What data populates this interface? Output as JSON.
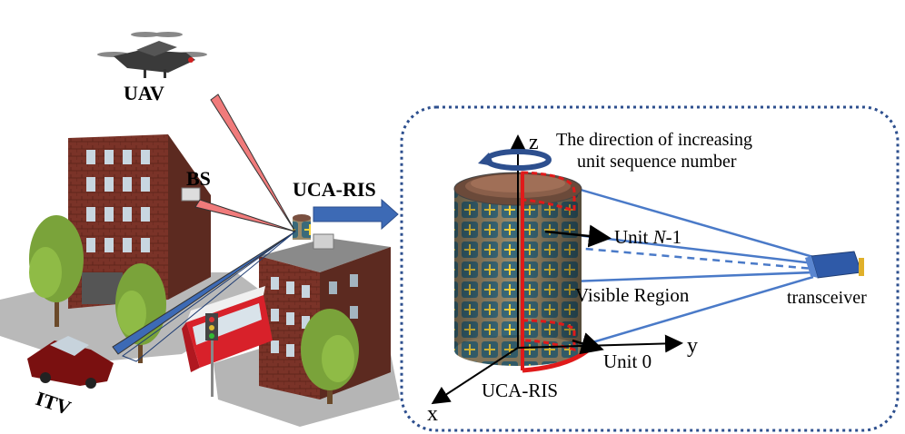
{
  "labels": {
    "uav": "UAV",
    "bs": "BS",
    "uca_ris_top": "UCA-RIS",
    "itv": "ITV",
    "z_axis": "z",
    "y_axis": "y",
    "x_axis": "x",
    "direction_line1": "The direction of increasing",
    "direction_line2": "unit sequence number",
    "unit_n_prefix": "Unit ",
    "unit_n_var": "N",
    "unit_n_suffix": "-1",
    "visible_region": "Visible Region",
    "transceiver": "transceiver",
    "unit_0": "Unit 0",
    "uca_ris_bottom": "UCA-RIS"
  },
  "colors": {
    "beam_red": "#f07b7b",
    "beam_blue": "#3d6ab5",
    "panel_border": "#2d4f8e",
    "region_red": "#e01a1a",
    "brick": "#7a3328",
    "cylinder_tile": "#3a6a7a",
    "cylinder_plus": "#f2d23c"
  }
}
